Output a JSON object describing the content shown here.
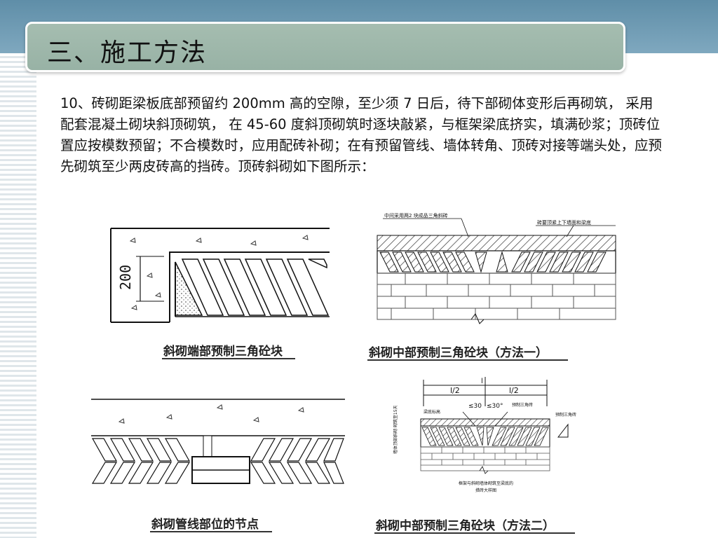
{
  "slide": {
    "title": "三、施工方法",
    "body": "10、砖砌距梁板底部预留约 200mm 高的空隙，至少须 7 日后，待下部砌体变形后再砌筑， 采用配套混凝土砌块斜顶砌筑， 在 45-60 度斜顶砌筑时逐块敲紧，与框架梁底挤实，填满砂浆；顶砖位置应按模数预留；不合模数时，应用配砖补砌；在有预留管线、墙体转角、顶砖对接等端头处，应预先砌筑至少两皮砖高的挡砖。顶砖斜砌如下图所示："
  },
  "figures": {
    "fig1": {
      "caption": "斜砌端部预制三角砼块",
      "dim_label": "200"
    },
    "fig2": {
      "caption": "斜砌中部预制三角砼块（方法一）",
      "note_left": "中间采用两2 块成品三角斜砖",
      "note_right": "砖要顶紧上下墙面和梁底"
    },
    "fig3": {
      "caption": "斜砌管线部位的节点"
    },
    "fig4": {
      "caption": "斜砌中部预制三角砼块（方法二）",
      "dim_top": "l",
      "dim_half_left": "l/2",
      "dim_half_right": "l/2",
      "angle_left": "≤30",
      "angle_right": "≤30°",
      "label_top_left": "梁底标高",
      "label_top_mid": "预制三角砖",
      "label_right": "预制三角砖",
      "label_side": "墙体顶部斜砌 砌筑至15天",
      "label_bottom_1": "框架与斜砌墙体砌筑至梁底的",
      "label_bottom_2": "措砖大样图"
    }
  }
}
